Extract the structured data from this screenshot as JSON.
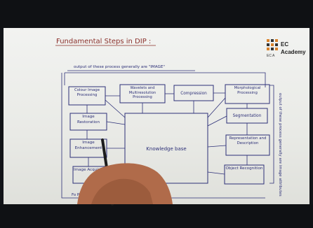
{
  "heading": "Fundamental Steps in DIP :",
  "top_caption": "output of these process generally are \"IMAGE\"",
  "side_caption": "output of these process generally are image attributes",
  "logo": {
    "line1": "EC",
    "line2": "Academy",
    "mark": "EC A"
  },
  "boxes": {
    "colour": "Colour Image Processing",
    "wavelets": "Wavelets and Multiresolution Processing",
    "compression": "Compression",
    "morph": "Morphological Processing",
    "restoration": "Image Restoration",
    "segmentation": "Segmentation",
    "knowledge": "Knowledge base",
    "enhancement": "Image Enhancement",
    "representation": "Representation and Description",
    "acquisition": "Image Acquisition",
    "recognition": "Object Recognition"
  },
  "partial_bottom": "Fo Pr",
  "colors": {
    "ink": "#2c2f77",
    "heading_ink": "#8a2f2a",
    "paper": "#eeefec",
    "logo_orange": "#d9822b"
  }
}
